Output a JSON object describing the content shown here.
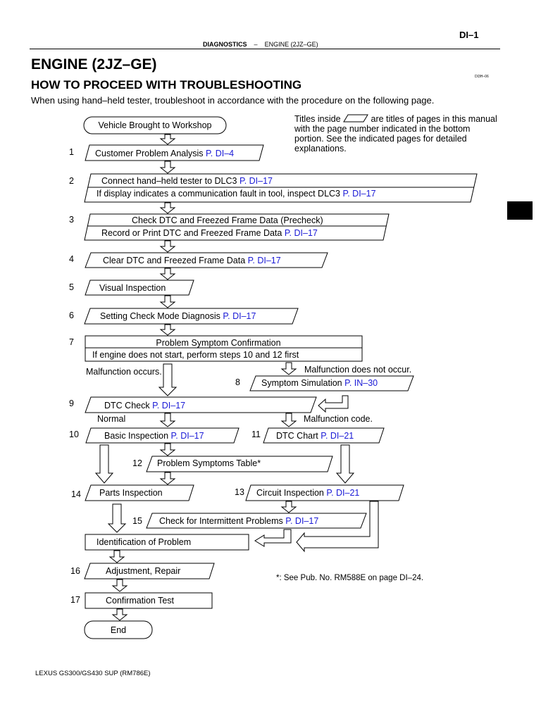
{
  "page_number": "DI–1",
  "header": {
    "section": "DIAGNOSTICS",
    "separator": "–",
    "topic": "ENGINE (2JZ–GE)"
  },
  "title": "ENGINE (2JZ–GE)",
  "subtitle": "HOW TO PROCEED WITH TROUBLESHOOTING",
  "doc_code": "DI3H–06",
  "intro": "When using hand–held tester, troubleshoot in accordance with the procedure on the following page.",
  "note": {
    "before": "Titles inside",
    "after": "are titles of pages in this manual with the page number indicated in the bottom portion. See the indicated pages for detailed explanations."
  },
  "flow": {
    "start": "Vehicle Brought to Workshop",
    "steps": [
      {
        "num": "1",
        "text": "Customer Problem Analysis",
        "ref": "P. DI–4"
      },
      {
        "num": "2",
        "text": "Connect hand–held tester to DLC3",
        "ref": "P. DI–17",
        "text2": "If display indicates a communication fault in tool, inspect DLC3",
        "ref2": "P. DI–17"
      },
      {
        "num": "3",
        "text": "Check DTC and Freezed Frame Data (Precheck)",
        "text2": "Record or Print DTC and Freezed Frame Data",
        "ref2": "P. DI–17"
      },
      {
        "num": "4",
        "text": "Clear DTC and Freezed Frame Data",
        "ref": "P. DI–17"
      },
      {
        "num": "5",
        "text": "Visual Inspection"
      },
      {
        "num": "6",
        "text": "Setting Check Mode Diagnosis",
        "ref": "P. DI–17"
      },
      {
        "num": "7",
        "text": "Problem Symptom Confirmation",
        "text2": "If engine does not start, perform steps 10 and 12 first"
      },
      {
        "num": "8",
        "text": "Symptom Simulation",
        "ref": "P. IN–30"
      },
      {
        "num": "9",
        "text": "DTC Check",
        "ref": "P. DI–17"
      },
      {
        "num": "10",
        "text": "Basic Inspection",
        "ref": "P. DI–17"
      },
      {
        "num": "11",
        "text": "DTC Chart",
        "ref": "P. DI–21"
      },
      {
        "num": "12",
        "text": "Problem Symptoms Table*"
      },
      {
        "num": "13",
        "text": "Circuit Inspection",
        "ref": "P. DI–21"
      },
      {
        "num": "14",
        "text": "Parts Inspection"
      },
      {
        "num": "15",
        "text": "Check for Intermittent Problems",
        "ref": "P. DI–17"
      },
      {
        "num": "",
        "text": "Identification of Problem"
      },
      {
        "num": "16",
        "text": "Adjustment, Repair"
      },
      {
        "num": "17",
        "text": "Confirmation Test"
      }
    ],
    "end": "End",
    "labels": {
      "malfunction_occurs": "Malfunction occurs.",
      "malfunction_not_occur": "Malfunction does not occur.",
      "normal": "Normal",
      "malfunction_code": "Malfunction code."
    }
  },
  "footnote": "*: See Pub. No. RM588E on page DI–24.",
  "footer": "LEXUS GS300/GS430 SUP   (RM786E)"
}
